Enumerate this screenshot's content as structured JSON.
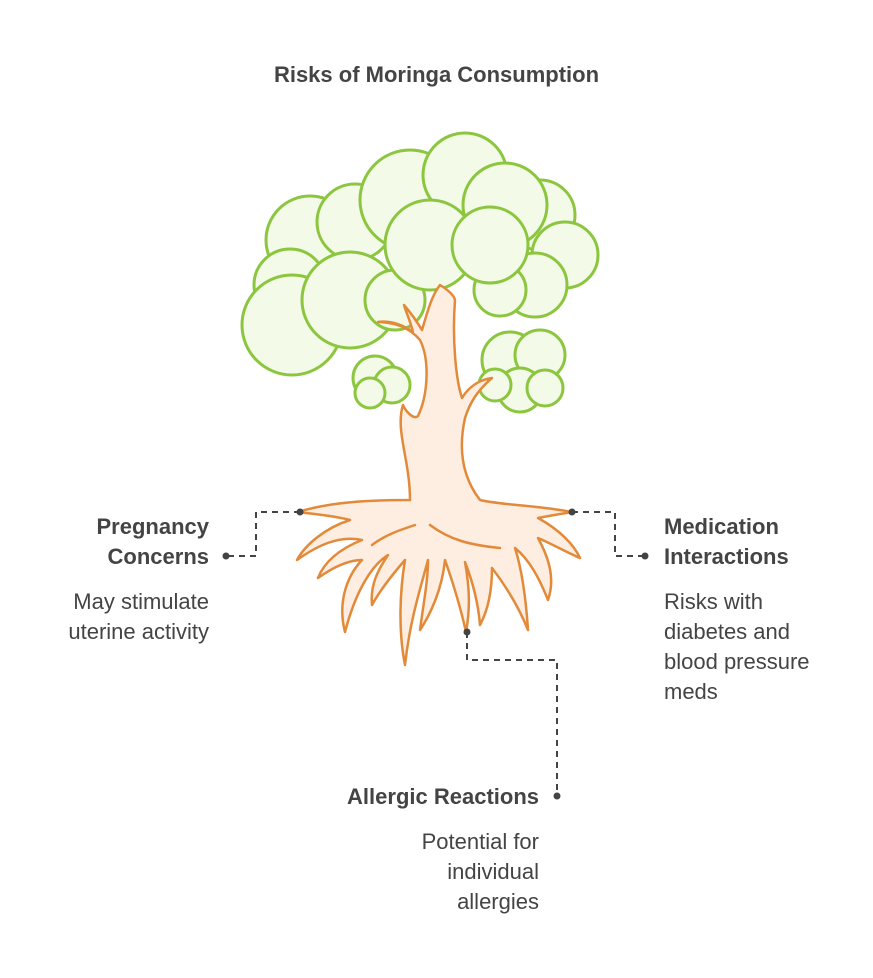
{
  "title": "Risks of Moringa Consumption",
  "colors": {
    "foliage_fill": "#f3fae8",
    "foliage_stroke": "#8cc63f",
    "trunk_fill": "#fdeee1",
    "trunk_stroke": "#e28a3a",
    "text": "#444444",
    "connector": "#444444"
  },
  "callouts": {
    "pregnancy": {
      "title_line1": "Pregnancy",
      "title_line2": "Concerns",
      "desc_line1": "May stimulate",
      "desc_line2": "uterine activity"
    },
    "medication": {
      "title_line1": "Medication",
      "title_line2": "Interactions",
      "desc_line1": "Risks with",
      "desc_line2": "diabetes and",
      "desc_line3": "blood pressure",
      "desc_line4": "meds"
    },
    "allergic": {
      "title_line1": "Allergic Reactions",
      "desc_line1": "Potential for",
      "desc_line2": "individual",
      "desc_line3": "allergies"
    }
  }
}
